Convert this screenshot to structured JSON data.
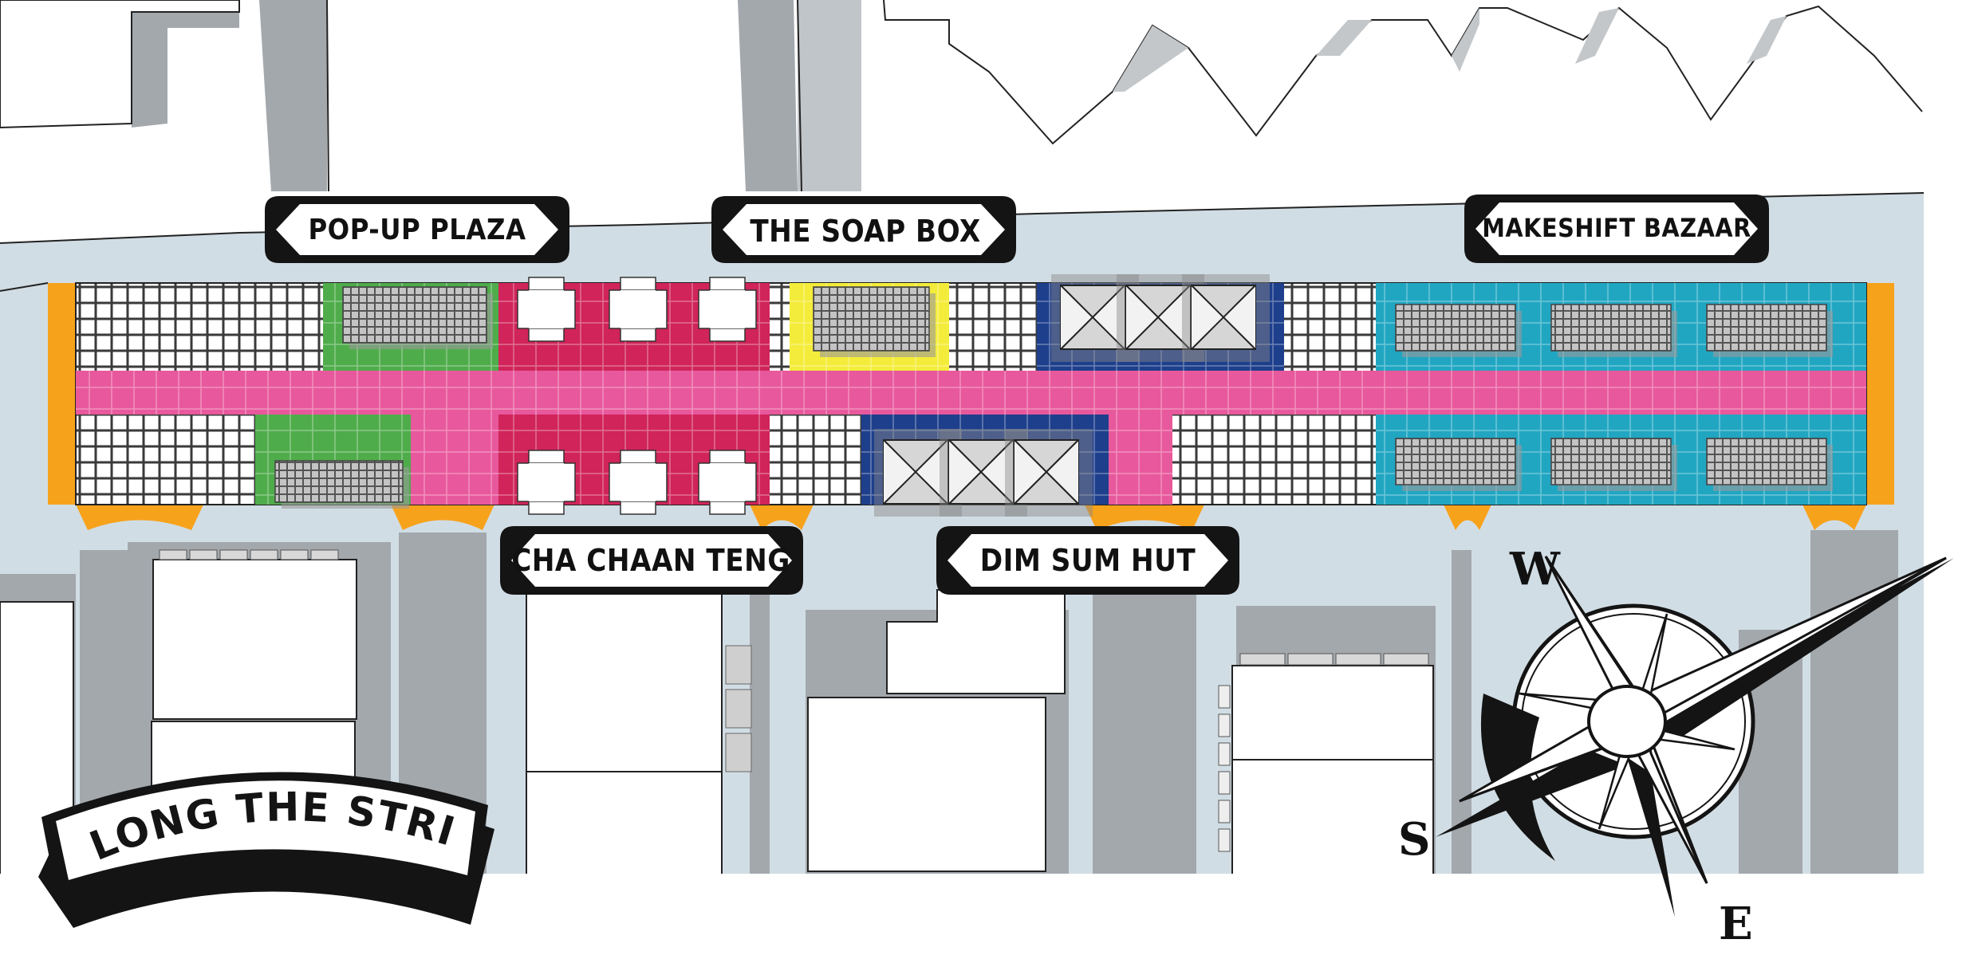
{
  "map": {
    "banner": {
      "title": "ALONG THE STRIP"
    },
    "labels": [
      {
        "id": "pop-up-plaza",
        "text": "POP-UP PLAZA"
      },
      {
        "id": "the-soap-box",
        "text": "THE SOAP BOX"
      },
      {
        "id": "makeshift-bazaar",
        "text": "MAKESHIFT BAZAAR"
      },
      {
        "id": "cha-chaan-teng",
        "text": "CHA CHAAN TENG"
      },
      {
        "id": "dim-sum-hut",
        "text": "DIM SUM HUT"
      }
    ],
    "compass": {
      "west": "W",
      "south": "S",
      "east": "E"
    },
    "colors": {
      "walkway": "#e8589c",
      "pop_up_plaza": "#4fac4b",
      "cha_chaan_teng": "#d0245a",
      "soap_box": "#f4ec3a",
      "dim_sum_hut": "#1e3f8c",
      "makeshift_bazaar": "#21a6c2",
      "entrance": "#f7a21b",
      "pavement": "#d1dde4",
      "building_shadow": "#a3a8ad"
    }
  }
}
